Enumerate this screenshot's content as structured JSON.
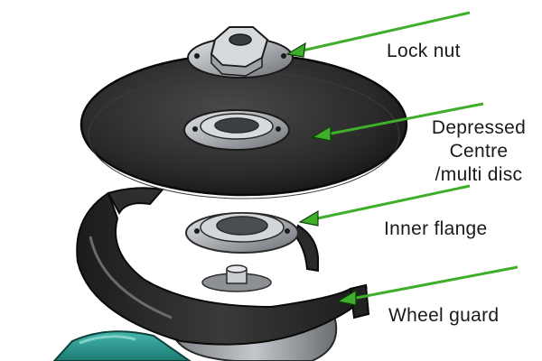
{
  "labels": {
    "lock_nut": "Lock nut",
    "disc_line1": "Depressed",
    "disc_line2": "Centre",
    "disc_line3": "/multi disc",
    "inner_flange": "Inner flange",
    "wheel_guard": "Wheel guard"
  },
  "colors": {
    "arrow": "#3fae2a",
    "disc": "#2b2b2b",
    "metal": "#b9bcc0",
    "body": "#2a9a8f"
  }
}
